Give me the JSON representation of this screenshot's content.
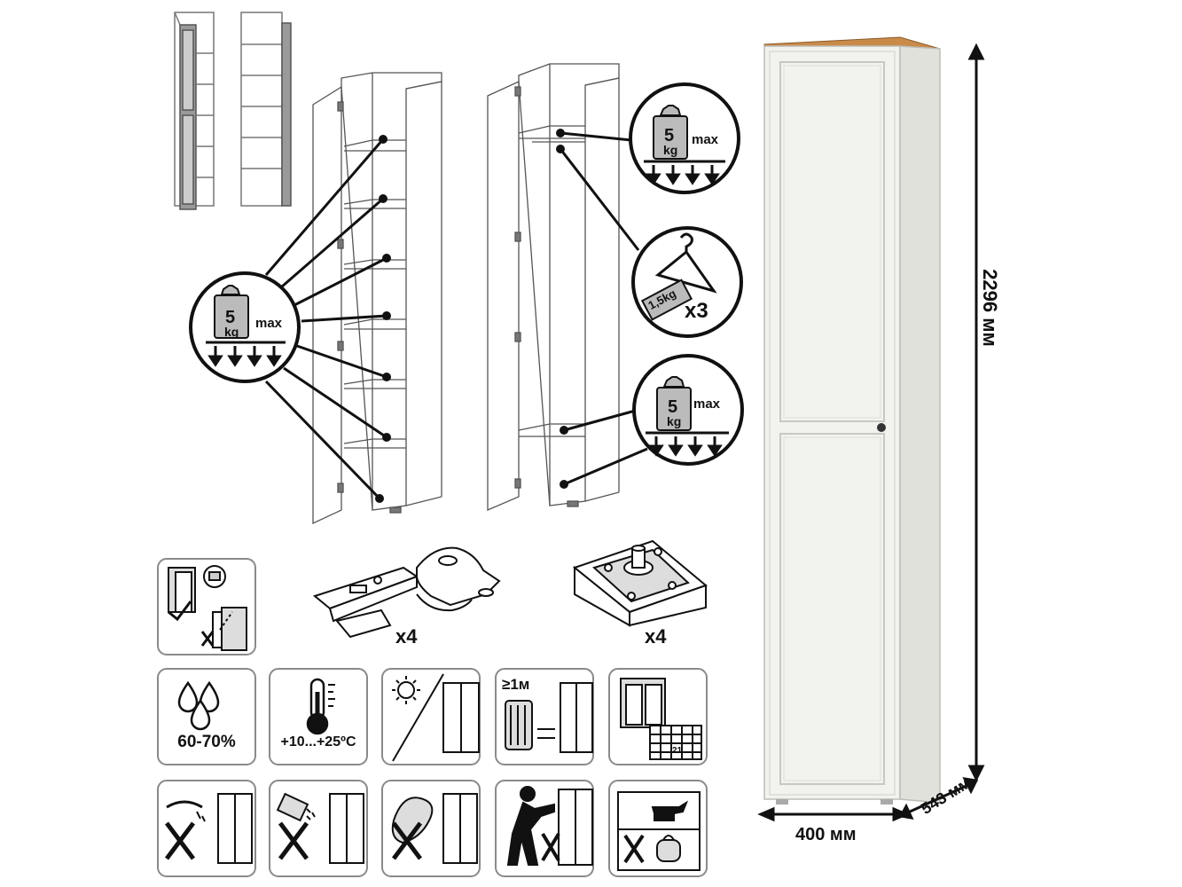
{
  "colors": {
    "cabinet_body": "#f2f2ef",
    "cabinet_top": "#c98a4a",
    "line": "#111111",
    "sketch": "#555555",
    "badge_border": "#8a8a8a"
  },
  "load_badges": {
    "weight": "5",
    "unit": "kg",
    "max": "max"
  },
  "hanger_badge": {
    "weight": "1,5kg",
    "count": "x3"
  },
  "parts": {
    "hinge_count": "x4",
    "foot_count": "x4"
  },
  "care_icons": {
    "humidity": "60-70%",
    "temperature": "+10...+25ºC",
    "distance": "≥1м",
    "calendar_day": "21"
  },
  "dimensions": {
    "height": "2296 мм",
    "width": "400 мм",
    "depth": "543 мм"
  }
}
